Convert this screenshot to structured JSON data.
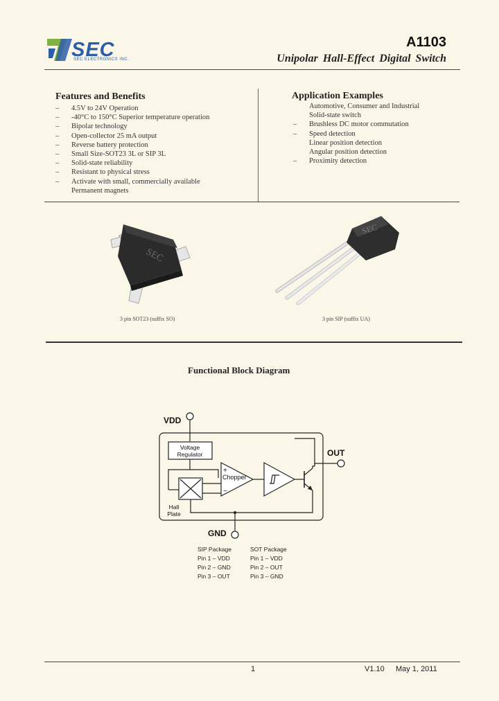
{
  "header": {
    "logo_text": "SEC",
    "logo_subtext": "SEC ELECTRONICS INC.",
    "part_number": "A1103",
    "subtitle": "Unipolar Hall-Effect Digital Switch"
  },
  "features": {
    "heading": "Features and Benefits",
    "items": [
      {
        "dash": "–",
        "text": "4.5V to 24V Operation"
      },
      {
        "dash": "–",
        "text": "-40°C to 150°C Superior temperature operation"
      },
      {
        "dash": "–",
        "text": "Bipolar technology"
      },
      {
        "dash": "–",
        "text": "Open-collector 25 mA output"
      },
      {
        "dash": "–",
        "text": "Reverse battery protection"
      },
      {
        "dash": "–",
        "text": "Small Size-SOT23 3L or SIP 3L"
      },
      {
        "dash": "–",
        "text": "Solid-state reliability"
      },
      {
        "dash": "–",
        "text": "Resistant to physical stress"
      },
      {
        "dash": "–",
        "text": "Activate with small, commercially available"
      },
      {
        "dash": "",
        "text": "Permanent magnets"
      }
    ]
  },
  "applications": {
    "heading": "Application Examples",
    "items": [
      {
        "dash": "",
        "text": "Automotive, Consumer and Industrial"
      },
      {
        "dash": "",
        "text": "Solid-state switch"
      },
      {
        "dash": "–",
        "text": "Brushless DC motor commutation"
      },
      {
        "dash": "–",
        "text": "Speed detection"
      },
      {
        "dash": "",
        "text": "Linear position detection"
      },
      {
        "dash": "",
        "text": "Angular position detection"
      },
      {
        "dash": "–",
        "text": "Proximity detection"
      }
    ]
  },
  "packages": {
    "sot_caption": "3 pin SOT23 (suffix SO)",
    "sip_caption": "3 pin SIP (suffix UA)",
    "chip_marking": "SEC"
  },
  "diagram": {
    "title": "Functional Block Diagram",
    "vdd": "VDD",
    "out": "OUT",
    "gnd": "GND",
    "regulator_line1": "Voltage",
    "regulator_line2": "Regulator",
    "chopper": "Chopper",
    "hall_line1": "Hall",
    "hall_line2": "Plate",
    "plus": "+",
    "minus": "−"
  },
  "pinout": {
    "sip_heading": "SIP Package",
    "sip_pins": [
      "Pin 1 – VDD",
      "Pin 2 – GND",
      "Pin 3 – OUT"
    ],
    "sot_heading": "SOT Package",
    "sot_pins": [
      "Pin 1 – VDD",
      "Pin 2 – OUT",
      "Pin 3 – GND"
    ]
  },
  "footer": {
    "page": "1",
    "version": "V1.10",
    "date": "May 1, 2011"
  },
  "colors": {
    "page_bg": "#fbf7e8",
    "logo_blue": "#2d5da8",
    "logo_green": "#7fb241"
  }
}
